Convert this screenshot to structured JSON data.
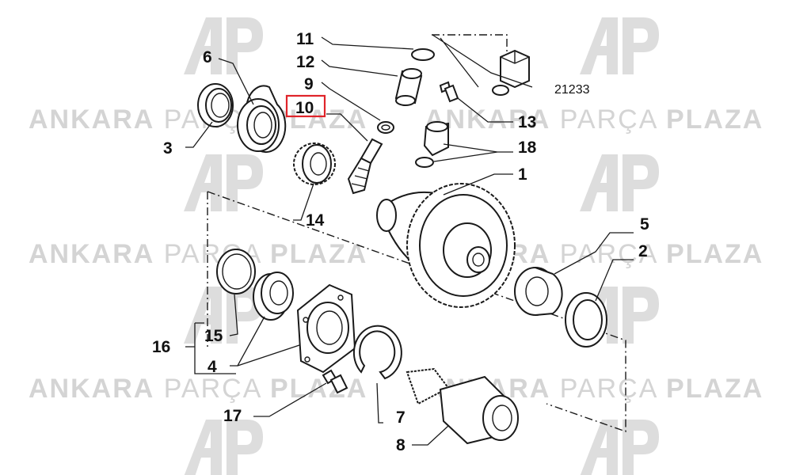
{
  "watermark": {
    "brand_bold_1": "ANKARA",
    "brand_light": "PARÇA",
    "brand_bold_2": "PLAZA"
  },
  "callouts": {
    "c1": "1",
    "c2": "2",
    "c3": "3",
    "c4": "4",
    "c5": "5",
    "c6": "6",
    "c7": "7",
    "c8": "8",
    "c9": "9",
    "c10": "10",
    "c11": "11",
    "c12": "12",
    "c13": "13",
    "c14": "14",
    "c15": "15",
    "c16": "16",
    "c17": "17",
    "c18": "18",
    "ref": "21233"
  },
  "highlight": {
    "part": "10",
    "color": "#e0242a"
  },
  "colors": {
    "ink": "#1a1a1a",
    "watermark": "#d4d4d4"
  }
}
